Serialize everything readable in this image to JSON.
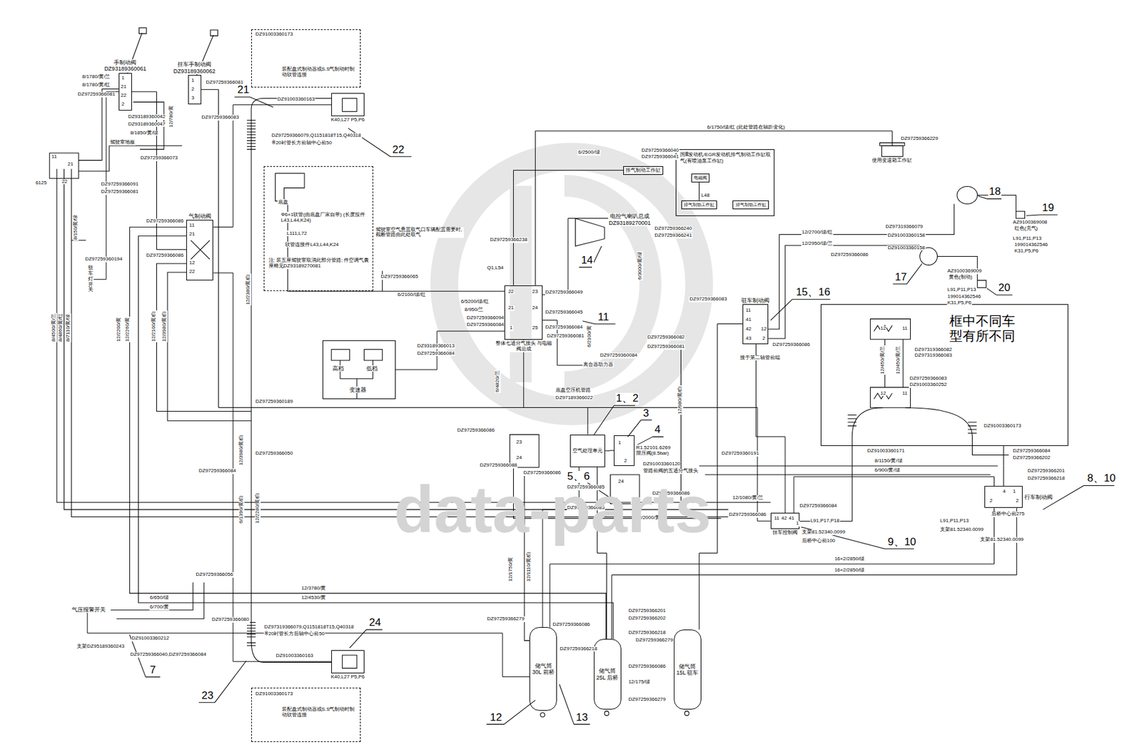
{
  "diagram": {
    "nodes": [
      {
        "text": [
          "手制动阀",
          "DZ93189360061"
        ]
      },
      {
        "text": [
          "挂车手制动阀",
          "DZ93189360062"
        ]
      },
      {
        "text": [
          "气制动阀"
        ]
      },
      {
        "text": [
          "整体七通分气接头 与电磁阀总成"
        ]
      },
      {
        "text": [
          "空气处理单元"
        ]
      },
      {
        "text": [
          "R1.52101.6269",
          "限压阀(8.5bar)"
        ]
      },
      {
        "text": [
          "驻车制动阀"
        ]
      },
      {
        "text": [
          "储气筒 30L 前桥"
        ]
      },
      {
        "text": [
          "储气筒 25L 后桥"
        ]
      },
      {
        "text": [
          "储气筒 15L 驻车"
        ]
      },
      {
        "text": [
          "挂车控制阀"
        ]
      },
      {
        "text": [
          "行车制动阀"
        ]
      },
      {
        "text": [
          "框中不同车 型有所不同"
        ]
      },
      {
        "text": [
          "高档",
          "低档",
          "变速器"
        ]
      },
      {
        "text": [
          "电控气喇叭总成",
          "DZ93189270001"
        ]
      },
      {
        "text": [
          "排气制动工作缸"
        ]
      },
      {
        "text": [
          "国Ⅲ发动机/EGR发动机排气制动工作缸取气(有喷油泵工作缸)"
        ]
      },
      {
        "text": [
          "电磁阀"
        ],
        "in": 16
      },
      {
        "text": [
          "排气制动工作缸"
        ],
        "in": 16
      },
      {
        "text": [
          "排气制动工作缸"
        ],
        "in": 16
      },
      {
        "text": [
          "使用变速箱工作缸"
        ]
      },
      {
        "text": [
          "离合器助力器"
        ]
      },
      {
        "text": [
          "气压报警开关"
        ]
      },
      {
        "text": [
          "驻车灯开关"
        ]
      },
      {
        "text": [
          "K40,L27 P5,P6"
        ]
      },
      {
        "text": [
          "K40,L27 P5,P6"
        ]
      },
      {
        "text": [
          "装配盘式制动器或S.S气制动时制动软管连接"
        ]
      },
      {
        "text": [
          "装配盘式制动器或S.S气制动时制动软管连接"
        ]
      },
      {
        "text": [
          "底盘",
          "Φ6×1软管(由底盘厂家自带) (长度按件L43,L44,K24)",
          "L111,L72",
          "软管连接件L43,L44,K24",
          "注: 装五座驾驶室取消此部分管路; 件空调气囊座椅见DZ93189270081"
        ]
      }
    ],
    "edges": [
      {
        "from": 0,
        "to": 2,
        "arrow": "none"
      },
      {
        "from": 1,
        "to": 10,
        "arrow": "none"
      },
      {
        "from": 2,
        "to": 24,
        "arrow": "none"
      },
      {
        "from": 2,
        "to": 25,
        "arrow": "none"
      },
      {
        "from": 22,
        "to": 7,
        "arrow": "none"
      },
      {
        "from": 23,
        "to": 0,
        "arrow": "none"
      },
      {
        "from": 3,
        "to": 4,
        "arrow": "none"
      },
      {
        "from": 3,
        "to": 14,
        "arrow": "none"
      },
      {
        "from": 3,
        "to": 15,
        "arrow": "none"
      },
      {
        "from": 3,
        "to": 13,
        "arrow": "none"
      },
      {
        "from": 3,
        "to": 21,
        "arrow": "none"
      },
      {
        "from": 3,
        "to": 20,
        "arrow": "none"
      },
      {
        "from": 6,
        "to": 10,
        "arrow": "none"
      },
      {
        "from": 9,
        "to": 6,
        "arrow": "none"
      },
      {
        "from": 4,
        "to": 7,
        "arrow": "none"
      },
      {
        "from": 4,
        "to": 8,
        "arrow": "none"
      },
      {
        "from": 4,
        "to": 5,
        "arrow": "none"
      },
      {
        "from": 7,
        "to": 11,
        "arrow": "none"
      },
      {
        "from": 8,
        "to": 11,
        "arrow": "none"
      },
      {
        "from": 11,
        "to": 12,
        "arrow": "none"
      },
      {
        "from": 11,
        "to": 10,
        "arrow": "none"
      }
    ],
    "labels": [
      "1、2",
      "3",
      "4",
      "5、6",
      "7",
      "8、10",
      "9、10",
      "11",
      "12",
      "13",
      "14",
      "15、16",
      "17",
      "18",
      "19",
      "20",
      "21",
      "22",
      "23",
      "24",
      "8/1780/黄/兰",
      "8/1780/黄/红",
      "DZ97259366081",
      "DZ97259366081",
      "DZ93189360042",
      "DZ93189360047",
      "8/1850/黄/绿",
      "12/780/黄",
      "驾驶室地板",
      "DZ97259366083",
      "DZ97259366073",
      "6125",
      "DZ97259366091",
      "DZ97259366081",
      "DZ97259366086",
      "DZ97259366086",
      "DZ97259360194",
      "8/4500/黄/兰",
      "8/4860/黄/红",
      "8/7110/黄/绿",
      "8/150/黄/绿",
      "12/2200/黄",
      "12/2260/黄",
      "12/2100/黄/白",
      "12/3980/黄/白",
      "12/2380/黄/白",
      "DZ97259360189",
      "12/3980/黄/白",
      "DZ97259366050",
      "DZ97259366084",
      "6/1390/黄/白",
      "12/2280/黄/白",
      "DZ91003360173",
      "DZ91003360163",
      "DZ97259366079,Q1151818T15,Q40318",
      "※20衬管长方前轴中心前50",
      "DZ97319366079,Q1151818T15,Q40318",
      "※20衬管长方后轴中心前50",
      "DZ91003360163",
      "DZ91003360173",
      "驾驶室空气悬置取气口车辆配置需要时,截断管路由此处取气",
      "DZ97259366065",
      "6/2100/绿/红",
      "DZ93189366013",
      "DZ97259366084",
      "DZ97259366238",
      "Q1,L54",
      "6/5200/绿/红",
      "8/950/兰",
      "DZ97259366094",
      "DZ97259366084",
      "22",
      "23",
      "21",
      "24",
      "1",
      "25",
      "DZ97259366049",
      "DZ97259366045",
      "DZ97259366084",
      "DZ97259366081",
      "6/4820/兰",
      "6/2100/黄",
      "DZ97259360084",
      "DZ97259366240",
      "DZ97259366241",
      "6/3000/黄/绿",
      "6/2500/绿",
      "DZ97259366040",
      "DZ97259366041",
      "6/1750/绿/红 (此处管路在轴距变化)",
      "DZ97259366229",
      "L48",
      "11",
      "21",
      "12",
      "22",
      "11",
      "41",
      "42",
      "43",
      "12",
      "2",
      "11",
      "42",
      "41",
      "1",
      "4",
      "1",
      "2",
      "2",
      "1",
      "21",
      "22",
      "2",
      "1",
      "2",
      "3",
      "23",
      "24",
      "1",
      "2",
      "24",
      "21",
      "23",
      "12",
      "11",
      "12",
      "11",
      "11",
      "21",
      "22",
      "12/2700/绿/红",
      "12/2950/绿/兰",
      "DZ97319366079",
      "DZ91003360158",
      "DZ91003360158",
      "DZ97259366086",
      "AZ9100369008",
      "红色(充气)",
      "L91,P11,P13",
      "199014362546",
      "K31,P5,P6",
      "AZ9100369009",
      "黄色(制动)",
      "L91,P11,P13",
      "199014362546",
      "K31,P5,P6",
      "DZ97259366083",
      "DZ97259366082",
      "DZ97259366081",
      "DZ97259366086",
      "接于第二轴管前端",
      "12/980/黄/白",
      "DZ97319366082",
      "DZ97319366083",
      "12/450/黄/兰",
      "12/450/黄/兰",
      "DZ97259366083",
      "DZ91003360252",
      "DZ91003360173",
      "DZ91003360171",
      "DZ97259360191",
      "8/1150/黄/绿",
      "6/900/黄/绿",
      "DZ97259366084",
      "DZ97259366202",
      "DZ97259366201",
      "DZ97259366218",
      "L91,P11,P13",
      "支架81.52340.0099",
      "后桥中心前275",
      "支架81.52340.0099",
      "底盘空压机管路",
      "DZ97189366022",
      "DZ97259366086",
      "DZ97259366088",
      "DZ97259366086",
      "DZ91003360120",
      "管路前阀的五通分气接头",
      "DZ97259366085",
      "DZ97259366085",
      "DZ97259366086",
      "12/2000/黄/白",
      "12/1750/黄",
      "12/1110/黄/白",
      "12/1080/黄/兰",
      "DZ97259366084",
      "DZ97259366086",
      "L91,P17,P18",
      "支架81.52340.0099",
      "后桥中心前100",
      "16×2/2850/绿",
      "16×2/2850/绿",
      "12/3780/黄",
      "12/4530/黄",
      "DZ97259366279",
      "DZ97259366086",
      "DZ97259366218",
      "DZ97259366201",
      "DZ97259366202",
      "DZ97259366218",
      "DZ97259366279",
      "DZ97259366086",
      "12/175/绿",
      "DZ97259366279",
      "DZ97259366056",
      "DZ97259366080",
      "6/650/绿",
      "6/700/黄",
      "DZ91003360212",
      "支架DZ95189360243",
      "DZ97259366040,DZ97259366084",
      "data-parts"
    ]
  }
}
